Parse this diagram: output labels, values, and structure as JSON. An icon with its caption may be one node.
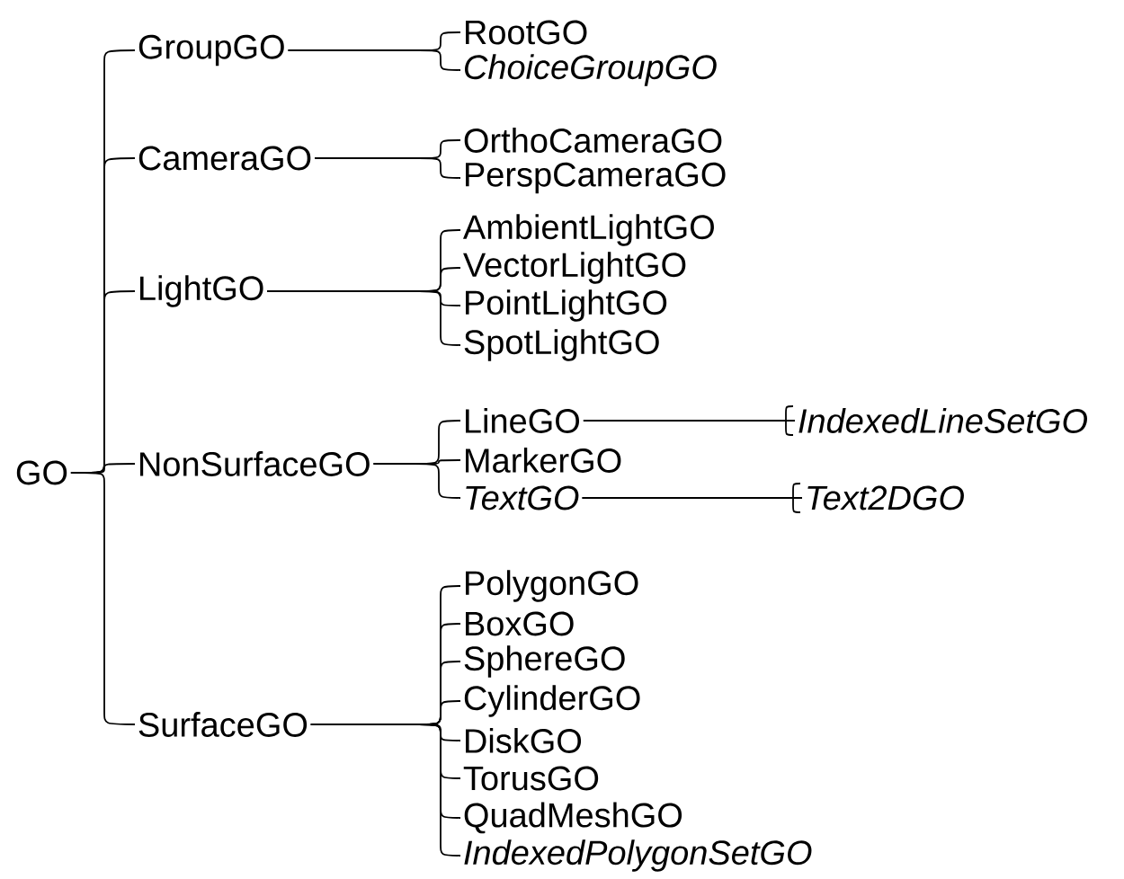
{
  "diagram": {
    "nodes": [
      {
        "text": [
          "GO"
        ]
      },
      {
        "text": [
          "GroupGO"
        ]
      },
      {
        "text": [
          "CameraGO"
        ]
      },
      {
        "text": [
          "LightGO"
        ]
      },
      {
        "text": [
          "NonSurfaceGO"
        ]
      },
      {
        "text": [
          "SurfaceGO"
        ]
      },
      {
        "text": [
          "RootGO"
        ]
      },
      {
        "text": [
          "ChoiceGroupGO"
        ]
      },
      {
        "text": [
          "OrthoCameraGO"
        ]
      },
      {
        "text": [
          "PerspCameraGO"
        ]
      },
      {
        "text": [
          "AmbientLightGO"
        ]
      },
      {
        "text": [
          "VectorLightGO"
        ]
      },
      {
        "text": [
          "PointLightGO"
        ]
      },
      {
        "text": [
          "SpotLightGO"
        ]
      },
      {
        "text": [
          "LineGO"
        ]
      },
      {
        "text": [
          "MarkerGO"
        ]
      },
      {
        "text": [
          "TextGO"
        ]
      },
      {
        "text": [
          "IndexedLineSetGO"
        ]
      },
      {
        "text": [
          "Text2DGO"
        ]
      },
      {
        "text": [
          "PolygonGO"
        ]
      },
      {
        "text": [
          "BoxGO"
        ]
      },
      {
        "text": [
          "SphereGO"
        ]
      },
      {
        "text": [
          "CylinderGO"
        ]
      },
      {
        "text": [
          "DiskGO"
        ]
      },
      {
        "text": [
          "TorusGO"
        ]
      },
      {
        "text": [
          "QuadMeshGO"
        ]
      },
      {
        "text": [
          "IndexedPolygonSetGO"
        ]
      }
    ],
    "edges": [
      {
        "from": 0,
        "to": 1,
        "arrow": "none"
      },
      {
        "from": 0,
        "to": 2,
        "arrow": "none"
      },
      {
        "from": 0,
        "to": 3,
        "arrow": "none"
      },
      {
        "from": 0,
        "to": 4,
        "arrow": "none"
      },
      {
        "from": 0,
        "to": 5,
        "arrow": "none"
      },
      {
        "from": 1,
        "to": 6,
        "arrow": "none"
      },
      {
        "from": 1,
        "to": 7,
        "arrow": "none"
      },
      {
        "from": 2,
        "to": 8,
        "arrow": "none"
      },
      {
        "from": 2,
        "to": 9,
        "arrow": "none"
      },
      {
        "from": 3,
        "to": 10,
        "arrow": "none"
      },
      {
        "from": 3,
        "to": 11,
        "arrow": "none"
      },
      {
        "from": 3,
        "to": 12,
        "arrow": "none"
      },
      {
        "from": 3,
        "to": 13,
        "arrow": "none"
      },
      {
        "from": 4,
        "to": 14,
        "arrow": "none"
      },
      {
        "from": 4,
        "to": 15,
        "arrow": "none"
      },
      {
        "from": 4,
        "to": 16,
        "arrow": "none"
      },
      {
        "from": 14,
        "to": 17,
        "arrow": "none"
      },
      {
        "from": 16,
        "to": 18,
        "arrow": "none"
      },
      {
        "from": 5,
        "to": 19,
        "arrow": "none"
      },
      {
        "from": 5,
        "to": 20,
        "arrow": "none"
      },
      {
        "from": 5,
        "to": 21,
        "arrow": "none"
      },
      {
        "from": 5,
        "to": 22,
        "arrow": "none"
      },
      {
        "from": 5,
        "to": 23,
        "arrow": "none"
      },
      {
        "from": 5,
        "to": 24,
        "arrow": "none"
      },
      {
        "from": 5,
        "to": 25,
        "arrow": "none"
      },
      {
        "from": 5,
        "to": 26,
        "arrow": "none"
      }
    ]
  }
}
